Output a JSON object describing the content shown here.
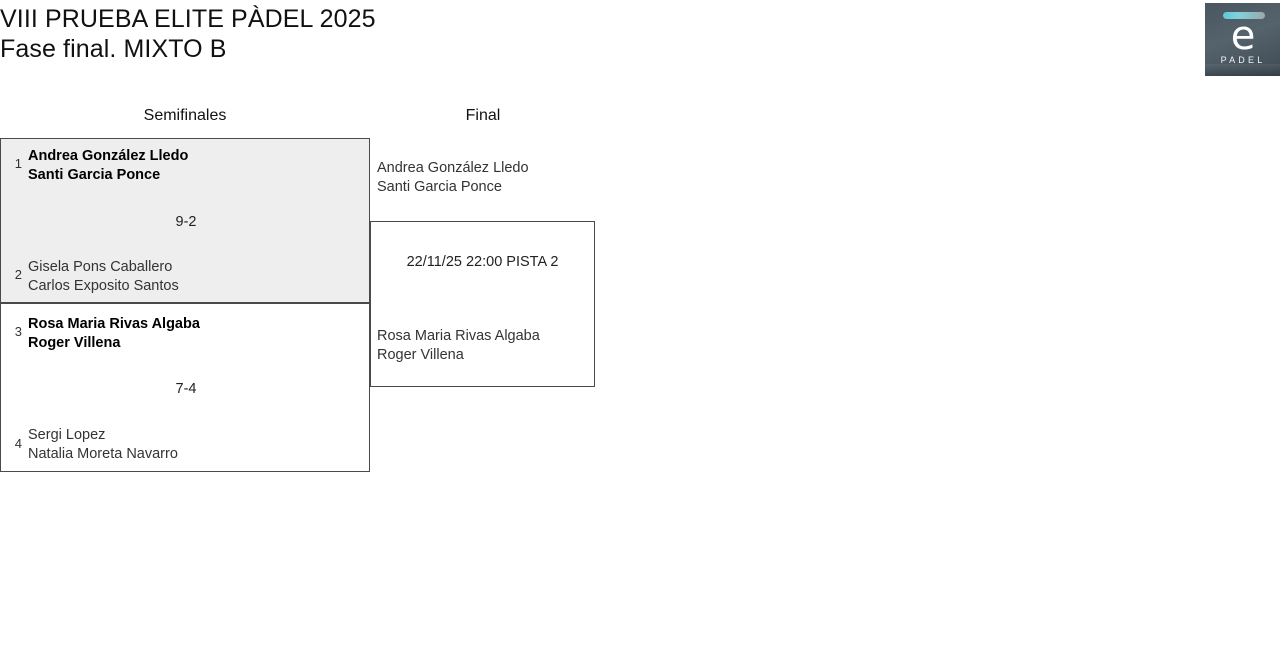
{
  "header": {
    "title_line1": "VIII PRUEBA ELITE PÀDEL 2025",
    "title_line2": "Fase final. MIXTO B"
  },
  "logo": {
    "mark": "e",
    "word": "PADEL",
    "bar_color_start": "#5ec8d8",
    "bar_color_end": "#9aa7ad",
    "background_color": "#4a5660"
  },
  "rounds": {
    "semifinals_label": "Semifinales",
    "final_label": "Final"
  },
  "bracket": {
    "semifinals": [
      {
        "highlighted": true,
        "top": {
          "seed": "1",
          "player1": "Andrea González Lledo",
          "player2": "Santi Garcia Ponce",
          "winner": true
        },
        "bottom": {
          "seed": "2",
          "player1": "Gisela Pons Caballero",
          "player2": "Carlos Exposito Santos",
          "winner": false
        },
        "score": "9-2"
      },
      {
        "highlighted": false,
        "top": {
          "seed": "3",
          "player1": "Rosa Maria Rivas Algaba",
          "player2": "Roger Villena",
          "winner": true
        },
        "bottom": {
          "seed": "4",
          "player1": "Sergi Lopez",
          "player2": "Natalia Moreta Navarro",
          "winner": false
        },
        "score": "7-4"
      }
    ],
    "final": {
      "top": {
        "player1": "Andrea González Lledo",
        "player2": "Santi Garcia Ponce"
      },
      "bottom": {
        "player1": "Rosa Maria Rivas Algaba",
        "player2": "Roger Villena"
      },
      "schedule": "22/11/25 22:00 PISTA 2"
    }
  }
}
